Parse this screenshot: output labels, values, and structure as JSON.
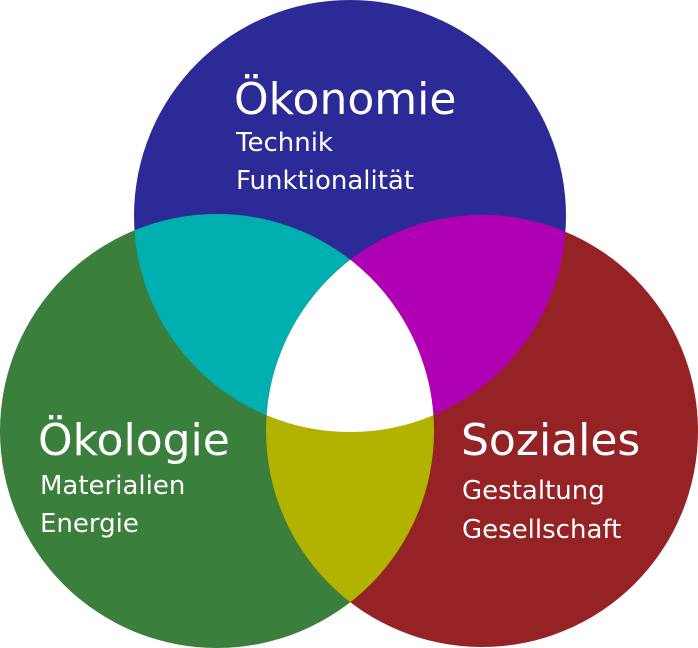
{
  "colors": {
    "oekonomie": "#2b2a96",
    "oekologie": "#3a7f3b",
    "soziales": "#952224",
    "oekonomie_oekologie": "#00b0b0",
    "oekonomie_soziales": "#b000b4",
    "oekologie_soziales": "#b2b200",
    "center": "#ffffff"
  },
  "oekonomie": {
    "title": "Ökonomie",
    "items": [
      "Technik",
      "Funktionalität"
    ]
  },
  "oekologie": {
    "title": "Ökologie",
    "items": [
      "Materialien",
      "Energie"
    ]
  },
  "soziales": {
    "title": "Soziales",
    "items": [
      "Gestaltung",
      "Gesellschaft"
    ]
  }
}
